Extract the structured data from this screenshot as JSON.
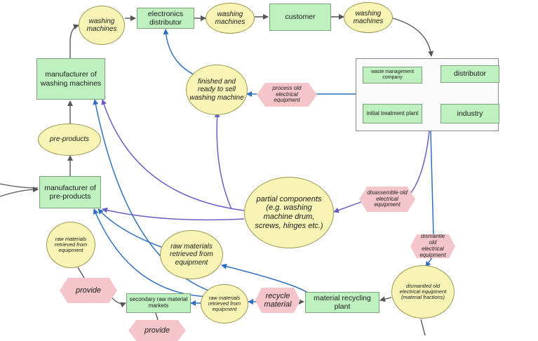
{
  "diagram": {
    "nodes": {
      "electronics_distributor": "electronics distributor",
      "customer": "customer",
      "manufacturer_washing_machines": "manufacturer of washing machines",
      "manufacturer_pre_products": "manufacturer of pre-products",
      "secondary_raw_material_markets": "secondary raw material markets",
      "material_recycling_plant": "material recycling plant",
      "waste_management_company": "waste management company",
      "distributor": "distributor",
      "initial_treatment_plant": "initial treatment plant",
      "industry": "industry"
    },
    "ellipses": {
      "washing_machines_1": "washing machines",
      "washing_machines_2": "washing machines",
      "washing_machines_3": "washing machines",
      "finished_ready": "finished and ready to sell washing machine",
      "pre_products": "pre-products",
      "partial_components": "partial components (e.g. washing machine drum, screws, hinges etc.)",
      "raw_materials_small_left": "raw materials retrieved from equipment",
      "raw_materials_mid": "raw materials retrieved from equipment",
      "raw_materials_small_bottom": "raw materials retrieved from equipment",
      "dismantled_equipment": "dismantled old electrical equipment (material fractions)"
    },
    "processes": {
      "process_old": "process old electrical equipment",
      "disassemble_old": "disassemble old electrical equipment",
      "dismantle_old": "dismantle old electrical equipment",
      "provide_1": "provide",
      "provide_2": "provide",
      "recycle_material": "recycle material"
    },
    "colors": {
      "box_fill": "#bff0c0",
      "ellipse_fill": "#f7f4b6",
      "process_fill": "#f4c6cc",
      "arrow_dark": "#555555",
      "arrow_blue": "#2f6fc0",
      "arrow_purple": "#6b5fc4"
    }
  }
}
